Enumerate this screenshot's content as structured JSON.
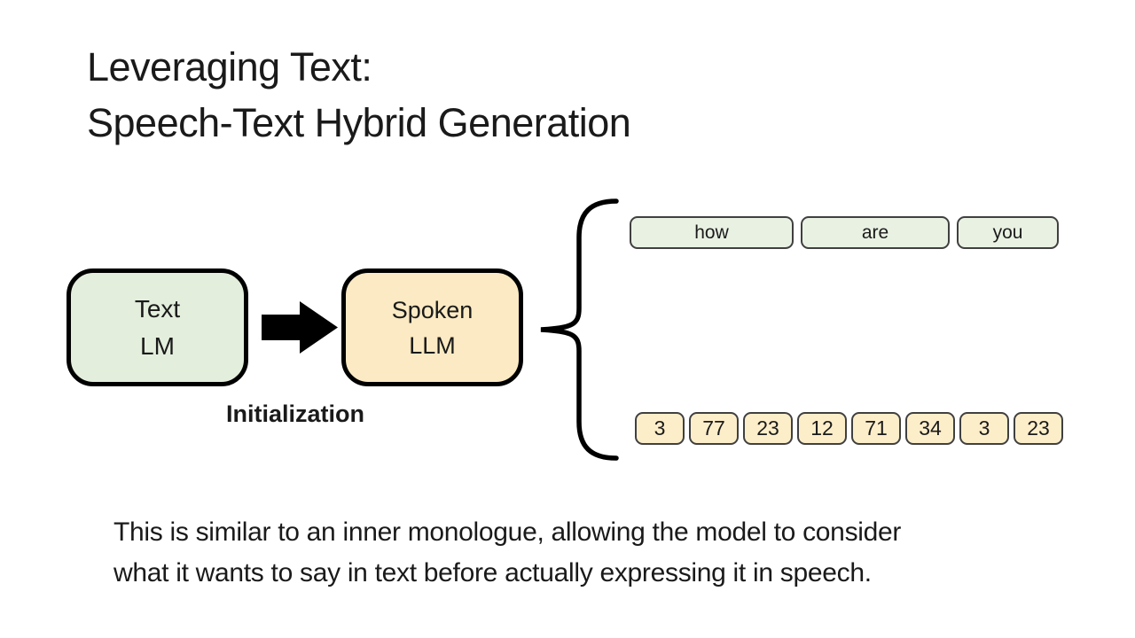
{
  "title": {
    "line1": "Leveraging Text:",
    "line2": "Speech-Text Hybrid Generation"
  },
  "diagram": {
    "text_lm": {
      "line1": "Text",
      "line2": "LM"
    },
    "spoken_llm": {
      "line1": "Spoken",
      "line2": "LLM"
    },
    "arrow_label": "Initialization"
  },
  "text_tokens": [
    "how",
    "are",
    "you"
  ],
  "speech_tokens": [
    "3",
    "77",
    "23",
    "12",
    "71",
    "34",
    "3",
    "23"
  ],
  "caption": {
    "line1": "This is similar to an inner monologue, allowing the model to consider",
    "line2": "what it wants to say in text before actually expressing it in speech."
  },
  "colors": {
    "text_fill": "#e4eedd",
    "text_token_fill": "#e9f1e3",
    "speech_fill": "#fbeac3",
    "speech_token_fill": "#fdeeca",
    "stroke": "#000000",
    "token_border": "#404040"
  }
}
